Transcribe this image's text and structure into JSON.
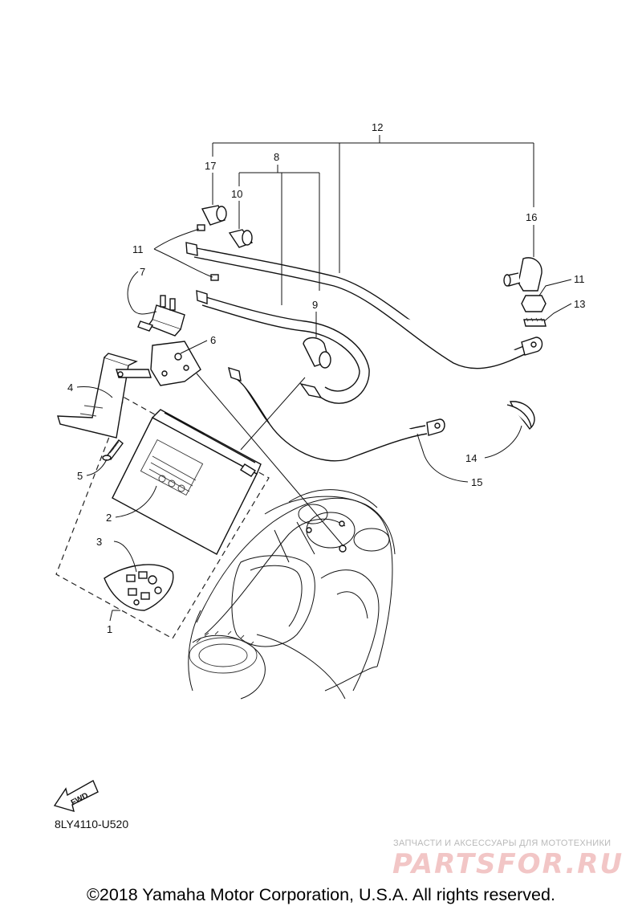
{
  "callouts": [
    {
      "id": "c1",
      "text": "1"
    },
    {
      "id": "c2",
      "text": "2"
    },
    {
      "id": "c3",
      "text": "3"
    },
    {
      "id": "c4",
      "text": "4"
    },
    {
      "id": "c5",
      "text": "5"
    },
    {
      "id": "c6",
      "text": "6"
    },
    {
      "id": "c7",
      "text": "7"
    },
    {
      "id": "c8",
      "text": "8"
    },
    {
      "id": "c9",
      "text": "9"
    },
    {
      "id": "c10",
      "text": "10"
    },
    {
      "id": "c11a",
      "text": "11"
    },
    {
      "id": "c11b",
      "text": "11"
    },
    {
      "id": "c12",
      "text": "12"
    },
    {
      "id": "c13",
      "text": "13"
    },
    {
      "id": "c14",
      "text": "14"
    },
    {
      "id": "c15",
      "text": "15"
    },
    {
      "id": "c16",
      "text": "16"
    },
    {
      "id": "c17",
      "text": "17"
    }
  ],
  "fwd_label": "FWD",
  "diagram_code": "8LY4110-U520",
  "watermark": {
    "tagline": "ЗАПЧАСТИ И АКСЕССУАРЫ ДЛЯ МОТОТЕХНИКИ",
    "logo": "PARTSFOR.RU"
  },
  "copyright": "©2018 Yamaha Motor Corporation, U.S.A. All rights reserved."
}
